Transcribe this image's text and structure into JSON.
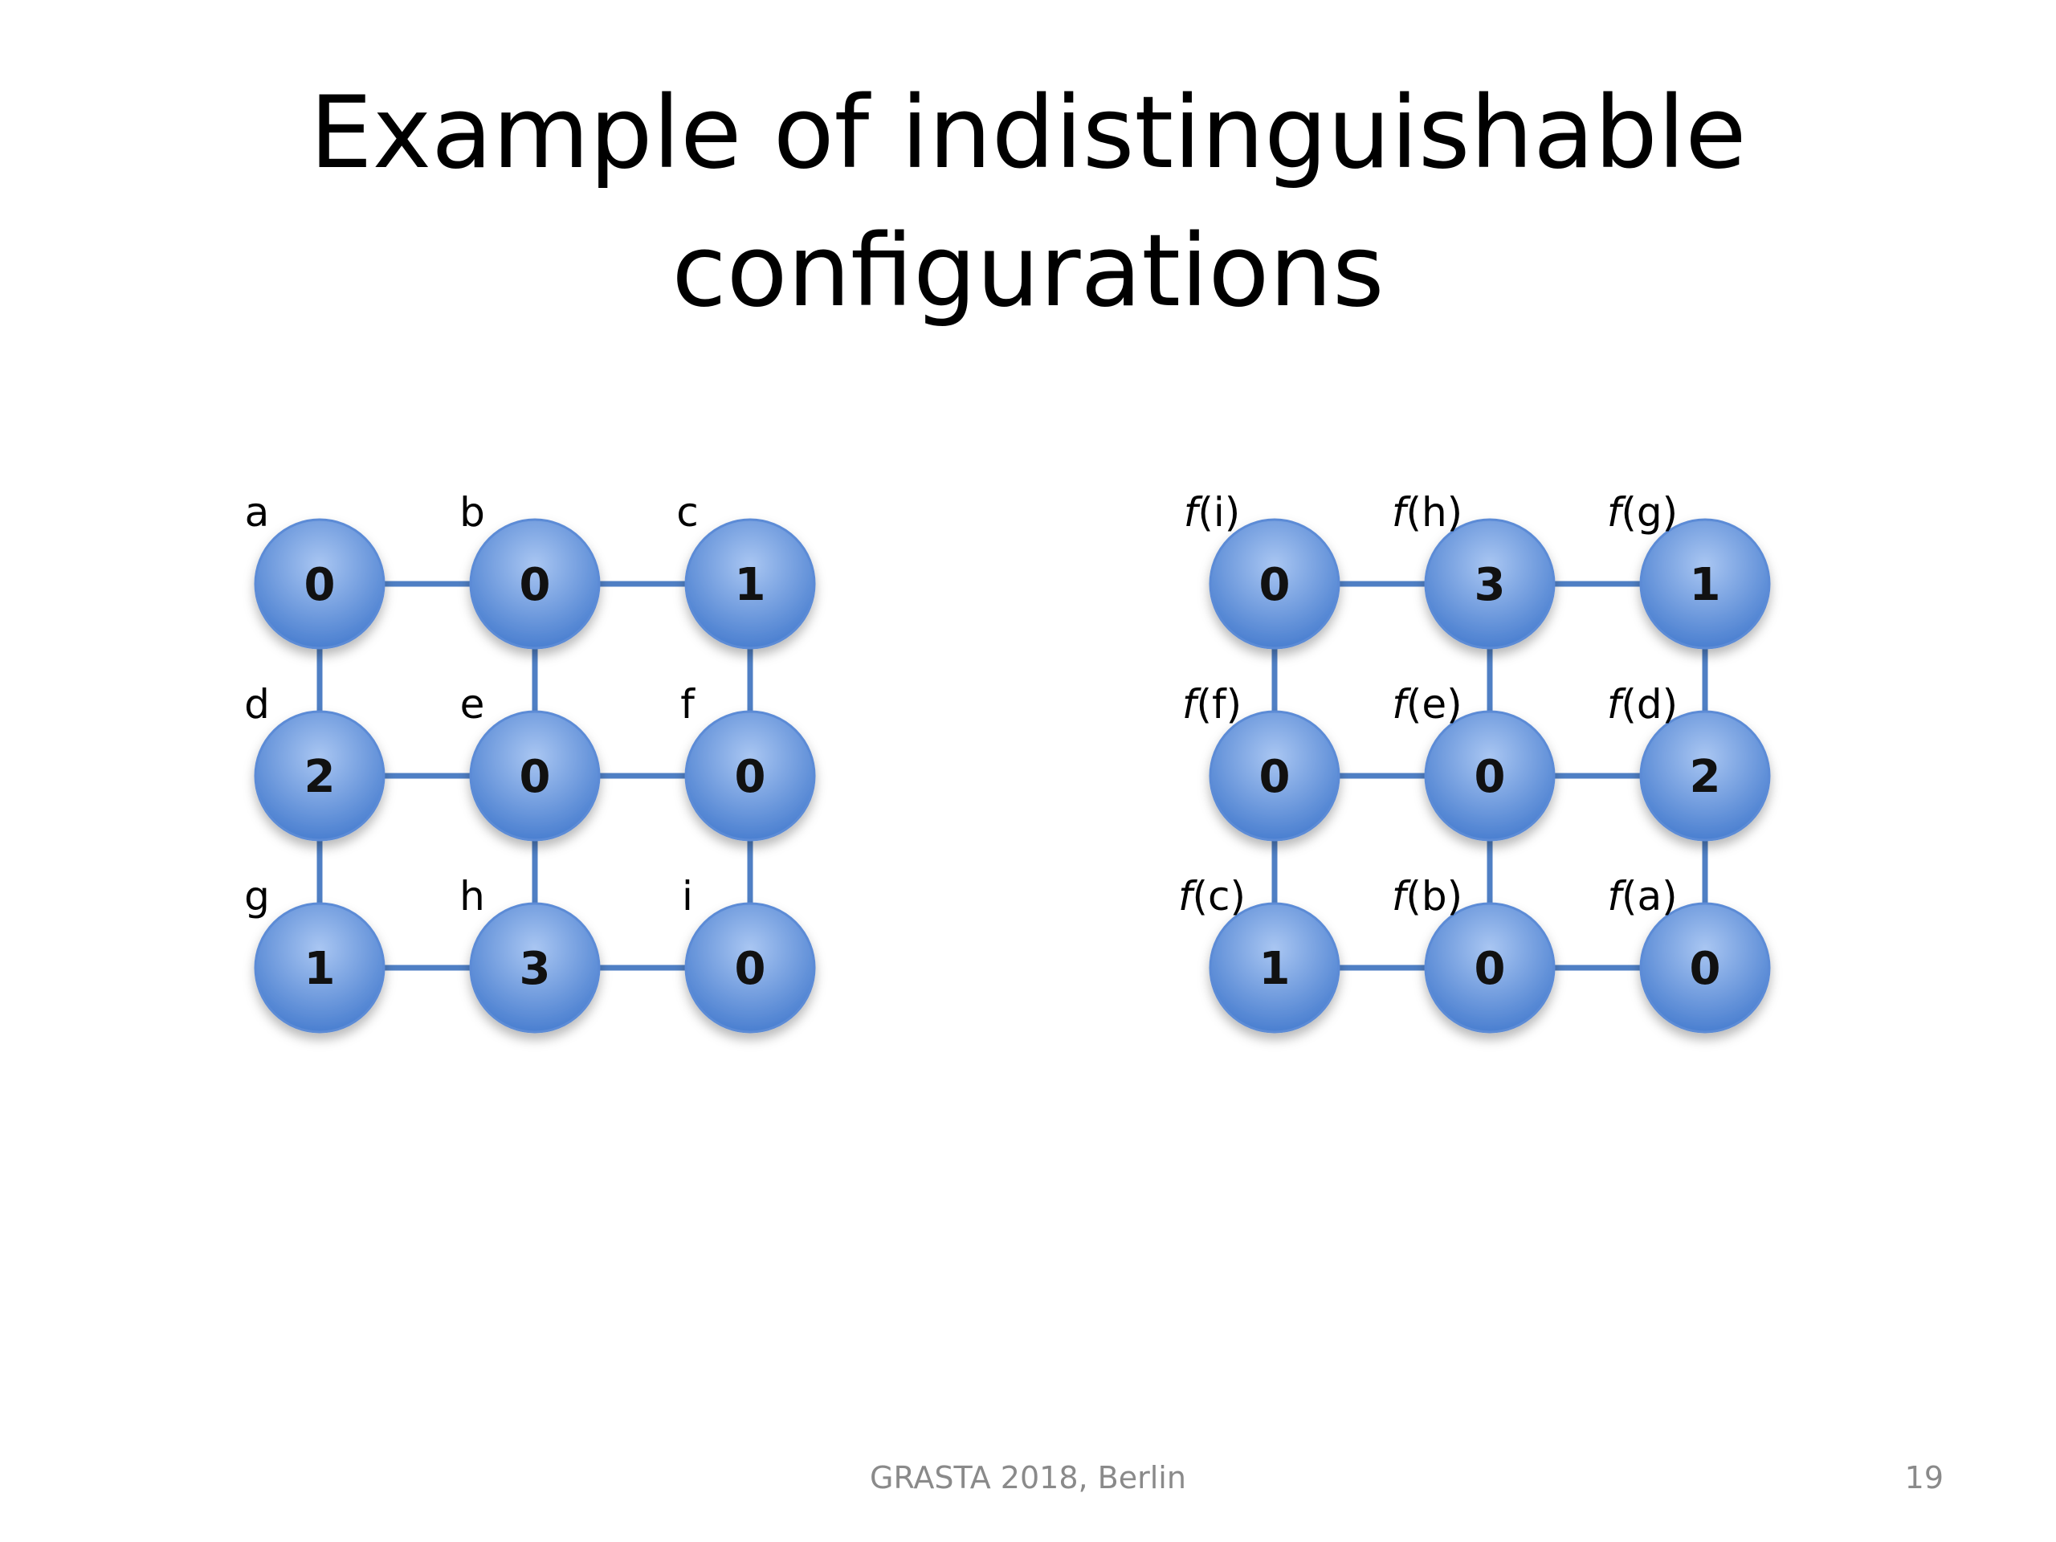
{
  "slide": {
    "title_line1": "Example of indistinguishable",
    "title_line2": "configurations",
    "footer": "GRASTA 2018, Berlin",
    "page_number": "19"
  },
  "colors": {
    "node_fill_light": "#a9c6f2",
    "node_fill_dark": "#4a7fd0",
    "node_stroke": "#5b8bd6",
    "edge": "#4f7fc4",
    "label_text": "#000000"
  },
  "graphs": [
    {
      "name": "left-configuration",
      "label_italic_prefix": false,
      "rows": [
        [
          {
            "label": "a",
            "value": "0"
          },
          {
            "label": "b",
            "value": "0"
          },
          {
            "label": "c",
            "value": "1"
          }
        ],
        [
          {
            "label": "d",
            "value": "2"
          },
          {
            "label": "e",
            "value": "0"
          },
          {
            "label": "f",
            "value": "0"
          }
        ],
        [
          {
            "label": "g",
            "value": "1"
          },
          {
            "label": "h",
            "value": "3"
          },
          {
            "label": "i",
            "value": "0"
          }
        ]
      ]
    },
    {
      "name": "right-configuration",
      "label_italic_prefix": true,
      "rows": [
        [
          {
            "label": "f(i)",
            "value": "0"
          },
          {
            "label": "f(h)",
            "value": "3"
          },
          {
            "label": "f(g)",
            "value": "1"
          }
        ],
        [
          {
            "label": "f(f)",
            "value": "0"
          },
          {
            "label": "f(e)",
            "value": "0"
          },
          {
            "label": "f(d)",
            "value": "2"
          }
        ],
        [
          {
            "label": "f(c)",
            "value": "1"
          },
          {
            "label": "f(b)",
            "value": "0"
          },
          {
            "label": "f(a)",
            "value": "0"
          }
        ]
      ]
    }
  ]
}
